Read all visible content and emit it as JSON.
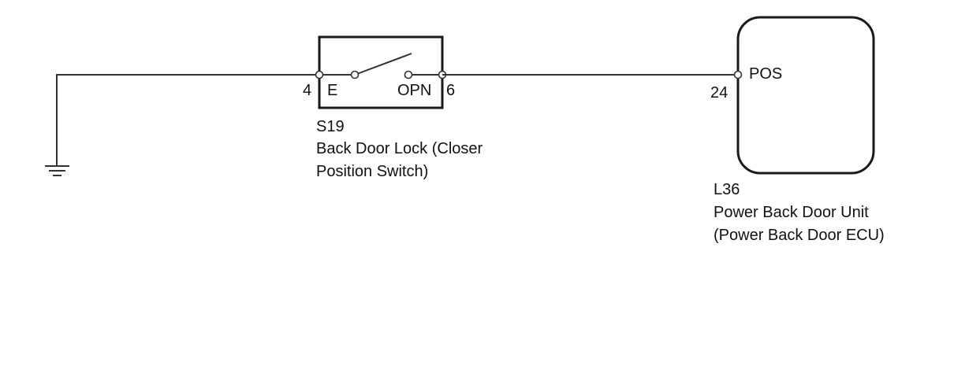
{
  "switch_component": {
    "code": "S19",
    "name_line1": "Back Door Lock (Closer",
    "name_line2": "Position Switch)",
    "terminal_left_number": "4",
    "terminal_left_name": "E",
    "terminal_right_number": "6",
    "terminal_right_name": "OPN"
  },
  "ecu_component": {
    "code": "L36",
    "name_line1": "Power Back Door Unit",
    "name_line2": "(Power Back Door ECU)",
    "terminal_number": "24",
    "terminal_name": "POS"
  },
  "colors": {
    "wire": "#333333",
    "outline": "#1a1a1a",
    "text": "#111111",
    "background": "#ffffff"
  },
  "icons": {
    "ground": "ground-symbol-icon",
    "switch": "open-switch-icon"
  }
}
